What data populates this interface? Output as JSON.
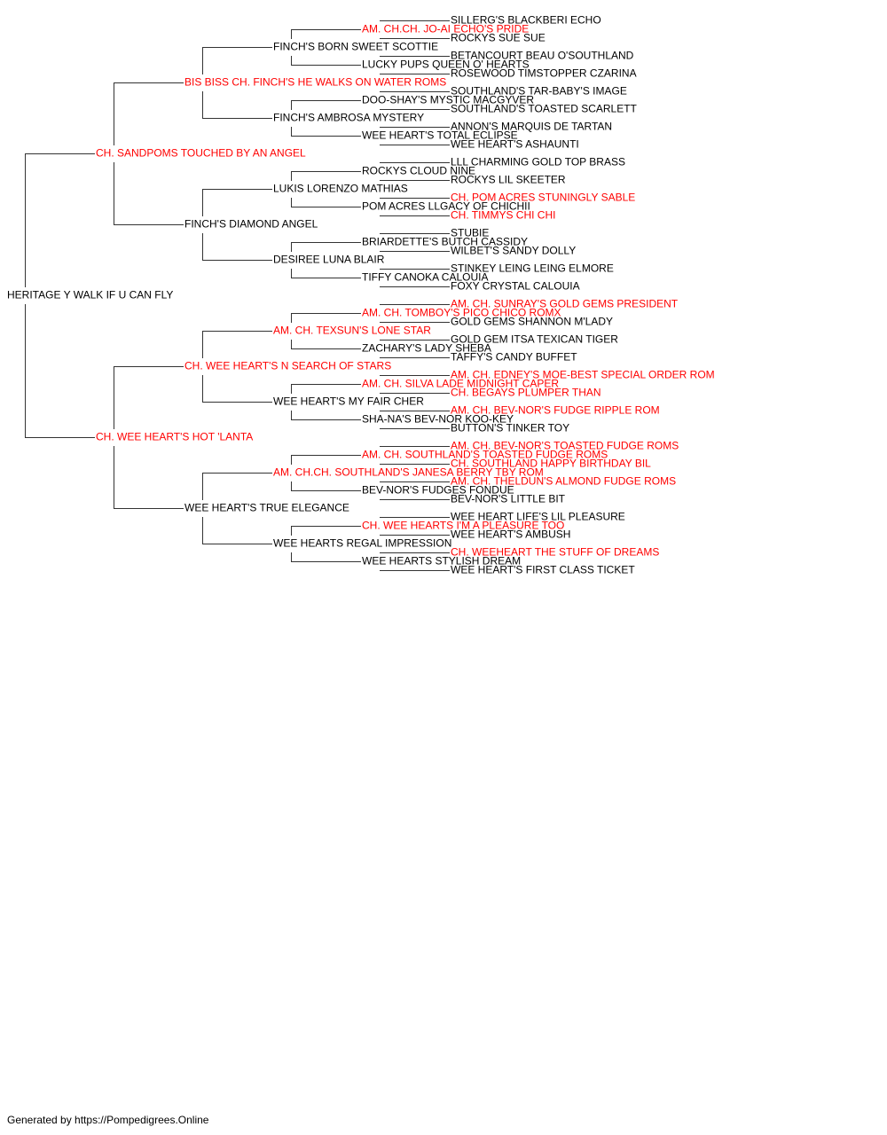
{
  "colors": {
    "champion": "#ff0000",
    "normal": "#000000",
    "connector": "#333333"
  },
  "pedigree": {
    "name": "HERITAGE Y WALK IF U CAN FLY",
    "champion": false,
    "parents": [
      {
        "name": "CH. SANDPOMS TOUCHED BY AN ANGEL",
        "champion": true,
        "parents": [
          {
            "name": "BIS BISS CH. FINCH'S HE WALKS ON WATER ROMS",
            "champion": true,
            "parents": [
              {
                "name": "FINCH'S BORN SWEET SCOTTIE",
                "champion": false,
                "parents": [
                  {
                    "name": "AM. CH.CH. JO-AI ECHO'S PRIDE",
                    "champion": true,
                    "parents": [
                      {
                        "name": "SILLERG'S BLACKBERI ECHO",
                        "champion": false
                      },
                      {
                        "name": "ROCKYS SUE SUE",
                        "champion": false
                      }
                    ]
                  },
                  {
                    "name": "LUCKY PUPS QUEEN O' HEARTS",
                    "champion": false,
                    "parents": [
                      {
                        "name": "BETANCOURT BEAU O'SOUTHLAND",
                        "champion": false
                      },
                      {
                        "name": "ROSEWOOD TIMSTOPPER CZARINA",
                        "champion": false
                      }
                    ]
                  }
                ]
              },
              {
                "name": "FINCH'S AMBROSA MYSTERY",
                "champion": false,
                "parents": [
                  {
                    "name": "DOO-SHAY'S MYSTIC MACGYVER",
                    "champion": false,
                    "parents": [
                      {
                        "name": "SOUTHLAND'S TAR-BABY'S IMAGE",
                        "champion": false
                      },
                      {
                        "name": "SOUTHLAND'S TOASTED SCARLETT",
                        "champion": false
                      }
                    ]
                  },
                  {
                    "name": "WEE HEART'S TOTAL ECLIPSE",
                    "champion": false,
                    "parents": [
                      {
                        "name": "ANNON'S MARQUIS DE TARTAN",
                        "champion": false
                      },
                      {
                        "name": "WEE HEART'S ASHAUNTI",
                        "champion": false
                      }
                    ]
                  }
                ]
              }
            ]
          },
          {
            "name": "FINCH'S DIAMOND ANGEL",
            "champion": false,
            "parents": [
              {
                "name": "LUKIS LORENZO MATHIAS",
                "champion": false,
                "parents": [
                  {
                    "name": "ROCKYS CLOUD NINE",
                    "champion": false,
                    "parents": [
                      {
                        "name": "LLL CHARMING GOLD TOP BRASS",
                        "champion": false
                      },
                      {
                        "name": "ROCKYS LIL SKEETER",
                        "champion": false
                      }
                    ]
                  },
                  {
                    "name": "POM ACRES LLGACY OF CHICHII",
                    "champion": false,
                    "parents": [
                      {
                        "name": "CH. POM ACRES STUNINGLY SABLE",
                        "champion": true
                      },
                      {
                        "name": "CH. TIMMYS CHI CHI",
                        "champion": true
                      }
                    ]
                  }
                ]
              },
              {
                "name": "DESIREE LUNA BLAIR",
                "champion": false,
                "parents": [
                  {
                    "name": "BRIARDETTE'S BUTCH CASSIDY",
                    "champion": false,
                    "parents": [
                      {
                        "name": "STUBIE",
                        "champion": false
                      },
                      {
                        "name": "WILBET'S SANDY DOLLY",
                        "champion": false
                      }
                    ]
                  },
                  {
                    "name": "TIFFY CANOKA CALOUIA",
                    "champion": false,
                    "parents": [
                      {
                        "name": "STINKEY LEING LEING ELMORE",
                        "champion": false
                      },
                      {
                        "name": "FOXY CRYSTAL CALOUIA",
                        "champion": false
                      }
                    ]
                  }
                ]
              }
            ]
          }
        ]
      },
      {
        "name": "CH. WEE HEART'S HOT 'LANTA",
        "champion": true,
        "parents": [
          {
            "name": "CH. WEE HEART'S N SEARCH OF STARS",
            "champion": true,
            "parents": [
              {
                "name": "AM. CH. TEXSUN'S LONE STAR",
                "champion": true,
                "parents": [
                  {
                    "name": "AM. CH. TOMBOY'S PICO CHICO ROMX",
                    "champion": true,
                    "parents": [
                      {
                        "name": "AM. CH. SUNRAY'S GOLD GEMS PRESIDENT",
                        "champion": true
                      },
                      {
                        "name": "GOLD GEMS SHANNON M'LADY",
                        "champion": false
                      }
                    ]
                  },
                  {
                    "name": "ZACHARY'S LADY SHEBA",
                    "champion": false,
                    "parents": [
                      {
                        "name": "GOLD GEM ITSA TEXICAN TIGER",
                        "champion": false
                      },
                      {
                        "name": "TAFFY'S CANDY BUFFET",
                        "champion": false
                      }
                    ]
                  }
                ]
              },
              {
                "name": "WEE HEART'S MY FAIR CHER",
                "champion": false,
                "parents": [
                  {
                    "name": "AM. CH. SILVA LADE MIDNIGHT CAPER",
                    "champion": true,
                    "parents": [
                      {
                        "name": "AM. CH. EDNEY'S MOE-BEST SPECIAL ORDER ROM",
                        "champion": true
                      },
                      {
                        "name": "CH. BEGAYS PLUMPER THAN",
                        "champion": true
                      }
                    ]
                  },
                  {
                    "name": "SHA-NA'S BEV-NOR KOO-KEY",
                    "champion": false,
                    "parents": [
                      {
                        "name": "AM. CH. BEV-NOR'S FUDGE RIPPLE ROM",
                        "champion": true
                      },
                      {
                        "name": "BUTTON'S TINKER TOY",
                        "champion": false
                      }
                    ]
                  }
                ]
              }
            ]
          },
          {
            "name": "WEE HEART'S TRUE ELEGANCE",
            "champion": false,
            "parents": [
              {
                "name": "AM. CH.CH. SOUTHLAND'S JANESA BERRY TBY ROM",
                "champion": true,
                "parents": [
                  {
                    "name": "AM. CH. SOUTHLAND'S TOASTED FUDGE ROMS",
                    "champion": true,
                    "parents": [
                      {
                        "name": "AM. CH. BEV-NOR'S TOASTED FUDGE ROMS",
                        "champion": true
                      },
                      {
                        "name": "CH. SOUTHLAND HAPPY BIRTHDAY BIL",
                        "champion": true
                      }
                    ]
                  },
                  {
                    "name": "BEV-NOR'S FUDGES FONDUE",
                    "champion": false,
                    "parents": [
                      {
                        "name": "AM. CH. THELDUN'S ALMOND FUDGE ROMS",
                        "champion": true
                      },
                      {
                        "name": "BEV-NOR'S LITTLE BIT",
                        "champion": false
                      }
                    ]
                  }
                ]
              },
              {
                "name": "WEE HEARTS REGAL IMPRESSION",
                "champion": false,
                "parents": [
                  {
                    "name": "CH. WEE HEARTS I'M A PLEASURE TOO",
                    "champion": true,
                    "parents": [
                      {
                        "name": "WEE HEART LIFE'S LIL PLEASURE",
                        "champion": false
                      },
                      {
                        "name": "WEE HEART'S AMBUSH",
                        "champion": false
                      }
                    ]
                  },
                  {
                    "name": "WEE HEARTS STYLISH DREAM",
                    "champion": false,
                    "parents": [
                      {
                        "name": "CH. WEEHEART THE STUFF OF DREAMS",
                        "champion": true
                      },
                      {
                        "name": "WEE HEART'S FIRST CLASS TICKET",
                        "champion": false
                      }
                    ]
                  }
                ]
              }
            ]
          }
        ]
      }
    ]
  },
  "footer": {
    "text": "Generated by https://Pompedigrees.Online"
  }
}
